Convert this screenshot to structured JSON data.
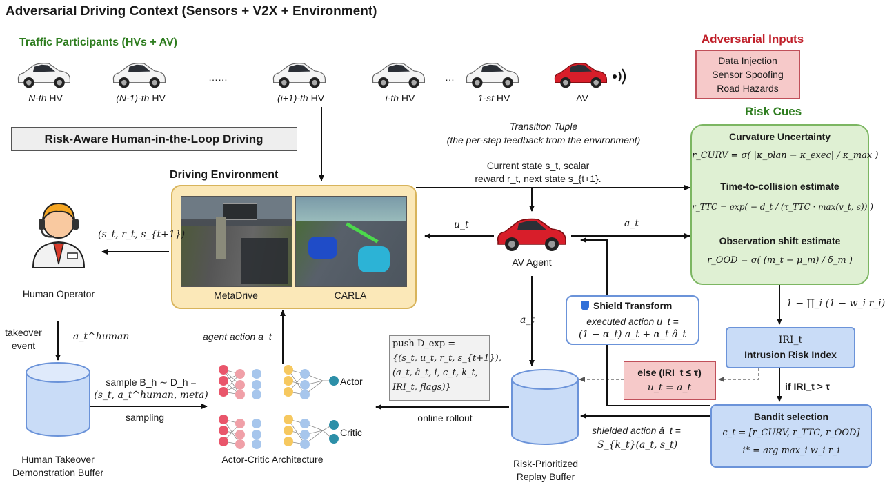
{
  "header": {
    "title": "Adversarial Driving Context (Sensors + V2X + Environment)"
  },
  "participants": {
    "title": "Traffic Participants (HVs + AV)",
    "items": [
      {
        "prefix": "N-th",
        "suffix": " HV"
      },
      {
        "prefix": "(N-1)-th",
        "suffix": " HV"
      },
      {
        "prefix": "(i+1)-th",
        "suffix": " HV"
      },
      {
        "prefix": "i-th",
        "suffix": " HV"
      },
      {
        "prefix": "1-st",
        "suffix": " HV"
      },
      {
        "prefix": "",
        "suffix": "AV"
      }
    ],
    "ellipsis_long": "……",
    "ellipsis_short": "…"
  },
  "adversarial": {
    "title": "Adversarial Inputs",
    "items": [
      "Data Injection",
      "Sensor Spoofing",
      "Road Hazards"
    ],
    "color": "#c0202a"
  },
  "risk_cues": {
    "title": "Risk Cues",
    "curv_title": "Curvature Uncertainty",
    "curv_formula": "r_CURV = σ( |κ_plan − κ_exec| / κ_max )",
    "ttc_title": "Time-to-collision estimate",
    "ttc_formula": "r_TTC = exp( − d_t / (τ_TTC · max(v_t, ϵ)) )",
    "ood_title": "Observation shift estimate",
    "ood_formula": "r_OOD = σ( (m_t − μ_m) / δ_m )"
  },
  "banner": {
    "label": "Risk-Aware Human-in-the-Loop Driving"
  },
  "transition": {
    "title": "Transition Tuple",
    "subtitle": "(the per-step feedback from the environment)",
    "line1": "Current state s_t, scalar",
    "line2": "reward r_t, next state s_{t+1}."
  },
  "environment": {
    "title": "Driving Environment",
    "left_label": "MetaDrive",
    "right_label": "CARLA"
  },
  "operator": {
    "label": "Human Operator",
    "tuple": "(s_t, r_t, s_{t+1})",
    "takeover1": "takeover",
    "takeover2": "event",
    "action": "a_t^human"
  },
  "agent": {
    "label": "AV Agent",
    "u_t": "u_t",
    "a_t_right": "a_t",
    "a_t_down": "a_t"
  },
  "shield": {
    "title": "Shield Transform",
    "line1": "executed action u_t =",
    "line2": "(1 − α_t) a_t + α_t â_t"
  },
  "iri": {
    "aggregate": "1 − ∏_i (1 − w_i r_i)",
    "symbol": "IRI_t",
    "label": "Intrusion Risk Index",
    "if_label": "if IRI_t > τ"
  },
  "else_box": {
    "line1": "else (IRI_t ≤ τ)",
    "line2": "u_t = a_t"
  },
  "bandit": {
    "title": "Bandit selection",
    "line1": "c_t = [r_CURV, r_TTC, r_OOD]",
    "line2": "i* = arg max_i w_i r_i"
  },
  "human_buffer": {
    "label1": "Human Takeover",
    "label2": "Demonstration Buffer",
    "sample_line1": "sample B_h ∼ D_h =",
    "sample_line2": "(s_t, a_t^human, meta)",
    "sampling": "sampling"
  },
  "actor_critic": {
    "label": "Actor-Critic Architecture",
    "actor": "Actor",
    "critic": "Critic",
    "agent_action": "agent action a_t"
  },
  "push_box": {
    "line1": "push D_exp =",
    "line2": "{(s_t, u_t, r_t, s_{t+1}),",
    "line3": "(a_t, â_t, i, c_t, k_t,",
    "line4": "IRI_t, flags)}"
  },
  "replay": {
    "label1": "Risk-Prioritized",
    "label2": "Replay Buffer",
    "rollout": "online rollout",
    "shielded1": "shielded action â_t =",
    "shielded2": "S_{k_t}(a_t, s_t)"
  },
  "colors": {
    "green_title": "#2e7d1f",
    "risk_fill": "#dff0d3",
    "risk_border": "#7cb662",
    "env_fill": "#fbe8b8",
    "env_border": "#d8b45c",
    "adv_fill": "#f6c9c9",
    "adv_border": "#c0505a",
    "blue_fill": "#c9dcf7",
    "blue_border": "#6b93d9"
  }
}
